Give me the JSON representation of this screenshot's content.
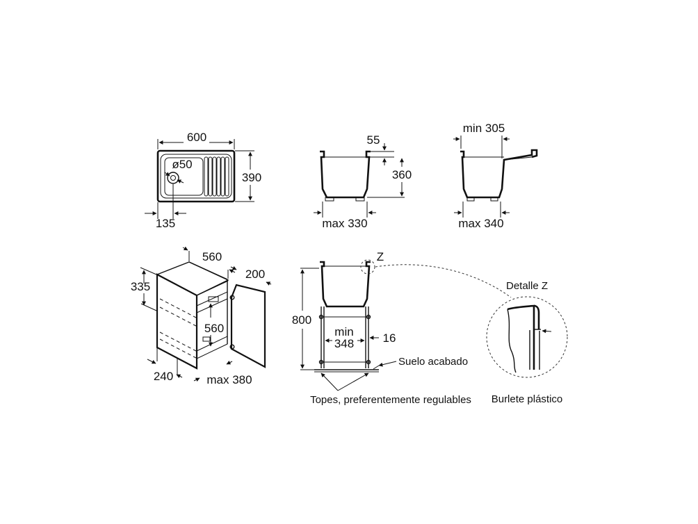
{
  "top_view": {
    "width": "600",
    "depth": "390",
    "drain_diameter": "ø50",
    "drain_offset": "135"
  },
  "front_view": {
    "rim": "55",
    "height": "360",
    "width": "max 330"
  },
  "side_view": {
    "top": "min 305",
    "width": "max 340"
  },
  "cabinet": {
    "width": "560",
    "door_depth": "200",
    "height_upper": "335",
    "height_inner": "560",
    "depth": "240",
    "base": "max 380"
  },
  "assembly": {
    "detail_marker": "Z",
    "height": "800",
    "inner_label_1": "min",
    "inner_label_2": "348",
    "side": "16",
    "floor_label": "Suelo acabado",
    "stops_label": "Topes, preferentemente regulables"
  },
  "detail": {
    "title": "Detalle Z",
    "caption": "Burlete plástico"
  }
}
